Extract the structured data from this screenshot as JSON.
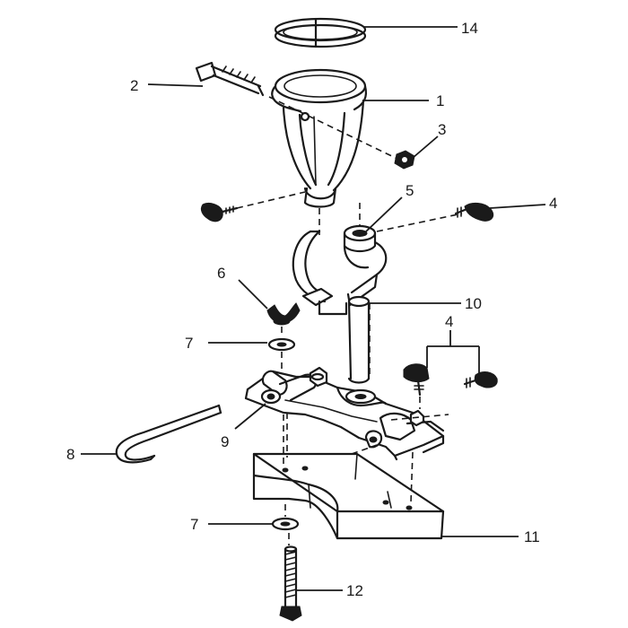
{
  "callouts": {
    "n1": "1",
    "n2": "2",
    "n3": "3",
    "n4a": "4",
    "n4b": "4",
    "n5": "5",
    "n6": "6",
    "n7a": "7",
    "n7b": "7",
    "n8": "8",
    "n9": "9",
    "n10": "10",
    "n11": "11",
    "n12": "12",
    "n14": "14"
  },
  "colors": {
    "ink": "#1a1a1a",
    "background": "#ffffff"
  }
}
